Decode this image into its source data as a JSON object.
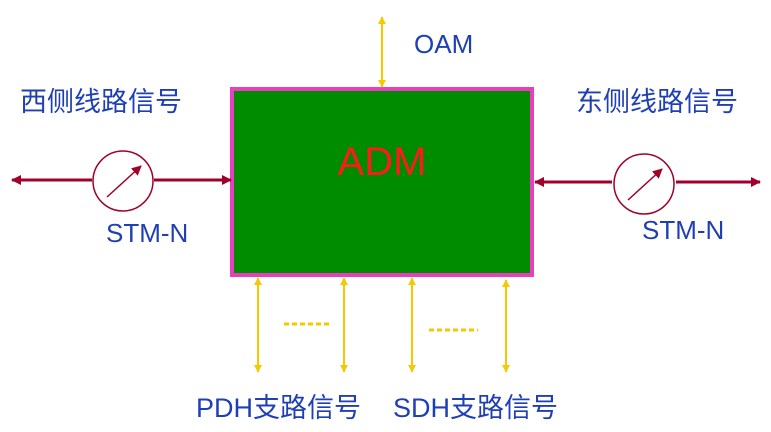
{
  "diagram": {
    "center_block": "ADM",
    "top_signal": "OAM",
    "west_line": {
      "label": "西侧线路信号",
      "interface": "STM-N"
    },
    "east_line": {
      "label": "东侧线路信号",
      "interface": "STM-N"
    },
    "tributaries": {
      "pdh": "PDH支路信号",
      "sdh": "SDH支路信号"
    },
    "colors": {
      "block_fill": "#008c00",
      "block_border": "#e83fbf",
      "line_arrows": "#a0002a",
      "tributary_arrows": "#f5c800",
      "label_text": "#1f3fb5",
      "block_text": "#ff1a1a"
    }
  }
}
